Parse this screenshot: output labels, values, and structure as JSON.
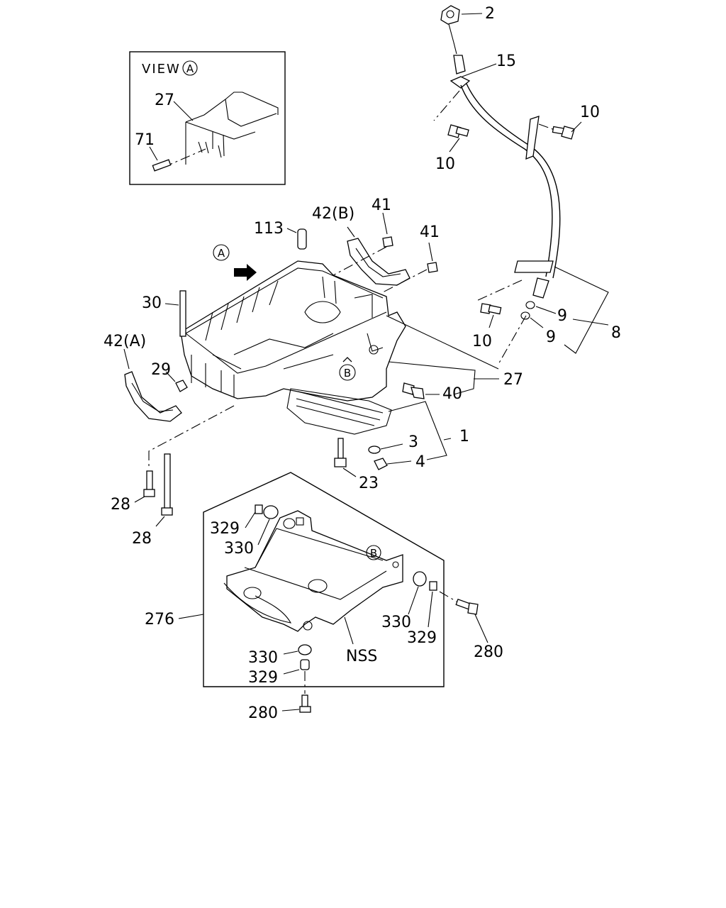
{
  "view_title": "VIEW",
  "view_marker": "A",
  "marker_b": "B",
  "labels": {
    "p2": "2",
    "p15": "15",
    "p10a": "10",
    "p10b": "10",
    "p10c": "10",
    "p27a": "27",
    "p71": "71",
    "p113": "113",
    "p42b": "42(B)",
    "p41a": "41",
    "p41b": "41",
    "p30": "30",
    "p42a": "42(A)",
    "p29": "29",
    "p9a": "9",
    "p9b": "9",
    "p8": "8",
    "p27b": "27",
    "p40": "40",
    "p3": "3",
    "p1": "1",
    "p4": "4",
    "p23": "23",
    "p28a": "28",
    "p28b": "28",
    "p329a": "329",
    "p330a": "330",
    "p276": "276",
    "p330b": "330",
    "p329b": "329",
    "p280a": "280",
    "pnss": "NSS",
    "p330c": "330",
    "p329c": "329",
    "p280b": "280"
  }
}
